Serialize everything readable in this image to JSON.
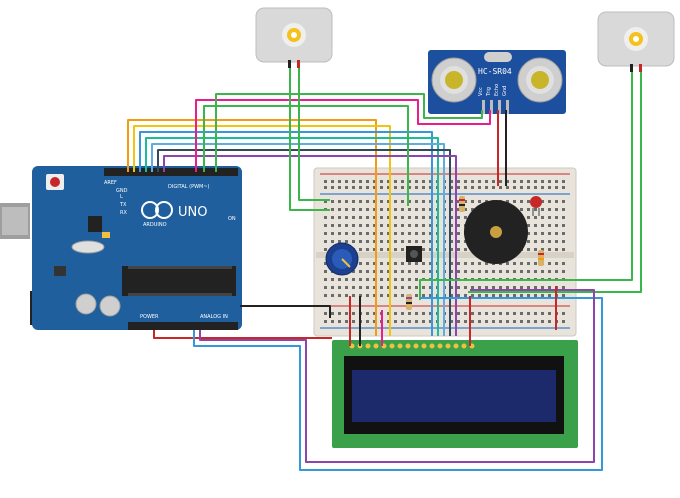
{
  "arduino": {
    "model": "UNO",
    "brand": "ARDUINO",
    "digital_label": "DIGITAL (PWM~)",
    "power_label": "POWER",
    "analog_label": "ANALOG IN",
    "tx_label": "TX",
    "rx_label": "RX",
    "l_label": "L",
    "on_label": "ON",
    "aref_label": "AREF",
    "gnd_label": "GND"
  },
  "sensor": {
    "model": "HC-SR04",
    "pins": [
      "Vcc",
      "Trig",
      "Echo",
      "Gnd"
    ]
  },
  "colors": {
    "board": "#1f5f9e",
    "breadboard": "#e8e4dc",
    "lcd_pcb": "#3aa04a",
    "lcd_screen": "#1c2a6b",
    "sensor_pcb": "#1c4f9e",
    "motor_body": "#d9d9d9"
  }
}
